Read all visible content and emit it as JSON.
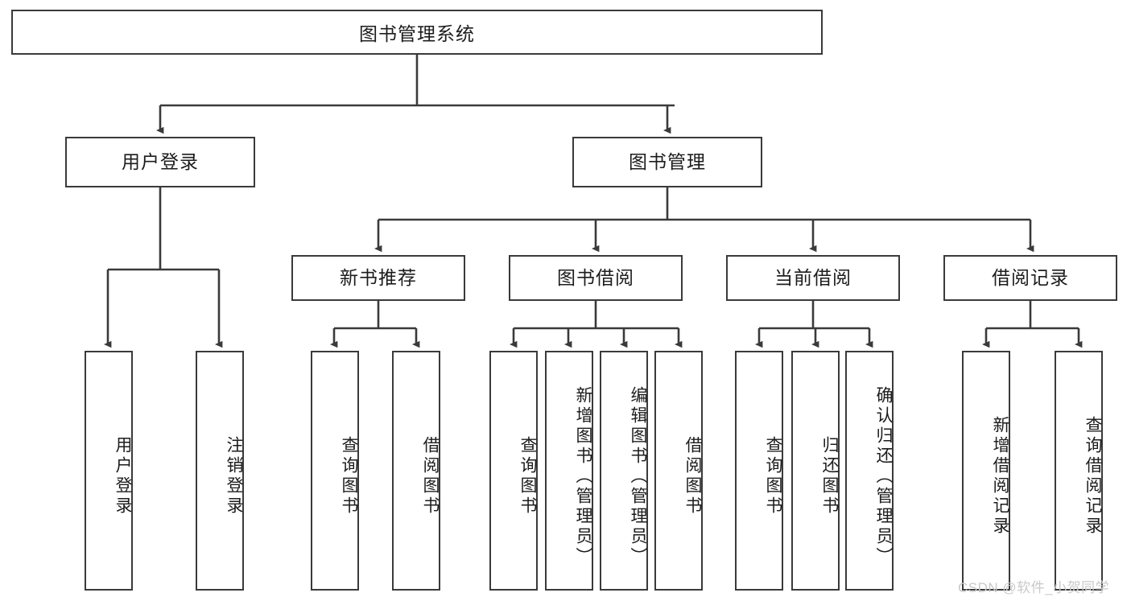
{
  "diagram": {
    "title": "图书管理系统",
    "watermark": "CSDN @软件_小贺同学",
    "line_color": "#3a3a3a",
    "box_fill": "#ffffff",
    "text_color": "#1c1c1c"
  },
  "nodes": {
    "root": {
      "label": "图书管理系统"
    },
    "level2": [
      {
        "label": "用户登录"
      },
      {
        "label": "图书管理"
      }
    ],
    "level3": [
      {
        "label": "新书推荐"
      },
      {
        "label": "图书借阅"
      },
      {
        "label": "当前借阅"
      },
      {
        "label": "借阅记录"
      }
    ],
    "leaves": {
      "user_login": [
        {
          "label": "用户登录"
        },
        {
          "label": "注销登录"
        }
      ],
      "new_book": [
        {
          "label": "查询图书"
        },
        {
          "label": "借阅图书"
        }
      ],
      "book_borrow": [
        {
          "label": "查询图书"
        },
        {
          "label": "新增图书（管理员）"
        },
        {
          "label": "编辑图书（管理员）"
        },
        {
          "label": "借阅图书"
        }
      ],
      "current_borrow": [
        {
          "label": "查询图书"
        },
        {
          "label": "归还图书"
        },
        {
          "label": "确认归还（管理员）"
        }
      ],
      "borrow_record": [
        {
          "label": "新增借阅记录"
        },
        {
          "label": "查询借阅记录"
        }
      ]
    }
  }
}
